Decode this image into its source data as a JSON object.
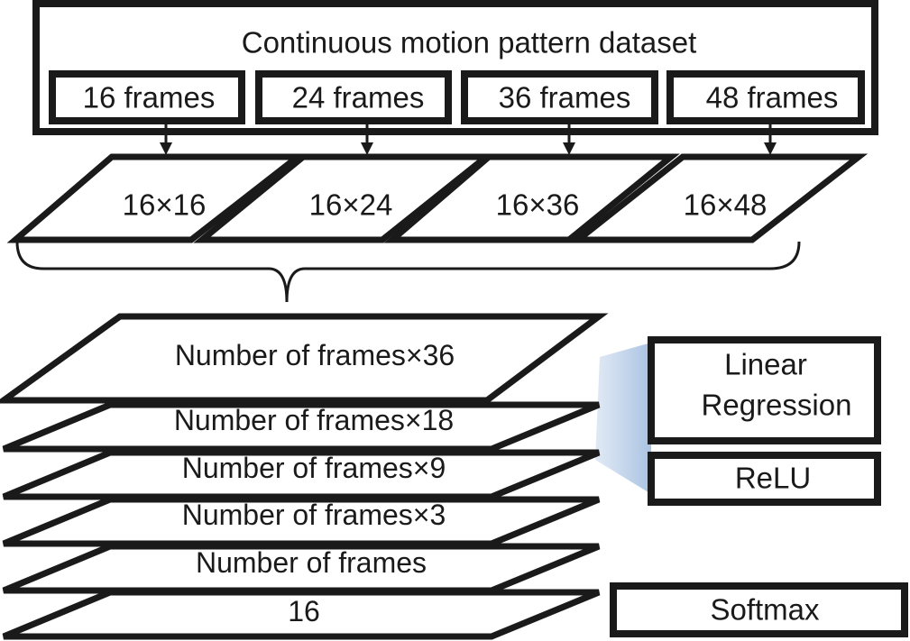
{
  "dataset": {
    "title": "Continuous motion pattern dataset",
    "frame_groups": [
      "16 frames",
      "24 frames",
      "36 frames",
      "48 frames"
    ]
  },
  "inputs": [
    "16×16",
    "16×24",
    "16×36",
    "16×48"
  ],
  "network": {
    "layers": [
      "Number of frames×36",
      "Number of frames×18",
      "Number of frames×9",
      "Number of frames×3",
      "Number of frames",
      "16"
    ]
  },
  "modules": {
    "linear_regression": [
      "Linear",
      "Regression"
    ],
    "relu": "ReLU",
    "softmax": "Softmax"
  },
  "colors": {
    "stroke": "#1a1a1a",
    "highlight": "#b8cde6"
  }
}
